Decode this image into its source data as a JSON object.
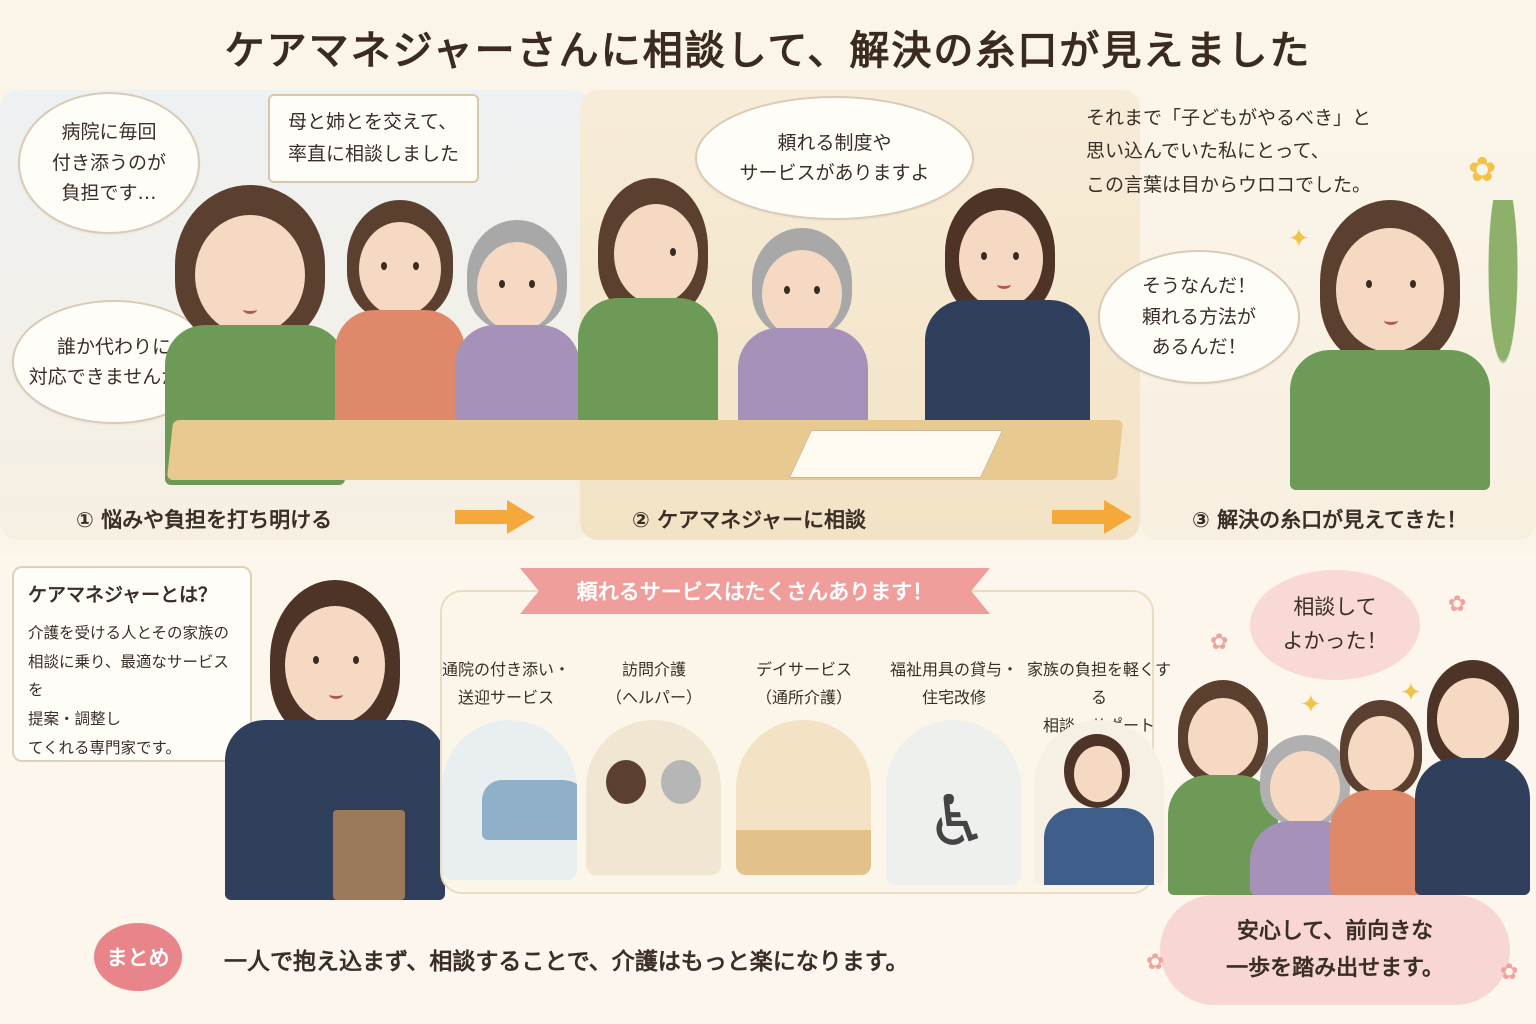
{
  "title": "ケアマネジャーさんに相談して、解決の糸口が見えました",
  "scene1": {
    "bubble_top": "病院に毎回\n付き添うのが\n負担です…",
    "bubble_bottom": "誰か代わりに\n対応できませんか…",
    "note": "母と姉とを交えて、\n率直に相談しました",
    "step": "① 悩みや負担を打ち明ける"
  },
  "scene2": {
    "bubble": "頼れる制度や\nサービスがありますよ",
    "step": "② ケアマネジャーに相談"
  },
  "scene3": {
    "narration": "それまで「子どもがやるべき」と\n思い込んでいた私にとって、\nこの言葉は目からウロコでした。",
    "bubble": "そうなんだ！\n頼れる方法が\nあるんだ！",
    "step": "③ 解決の糸口が見えてきた！"
  },
  "care_manager": {
    "title": "ケアマネジャーとは？",
    "text": "介護を受ける人とその家族の\n相談に乗り、最適なサービスを\n提案・調整し\nてくれる専門家です。"
  },
  "services": {
    "banner": "頼れるサービスはたくさんあります！",
    "items": [
      "通院の付き添い・\n送迎サービス",
      "訪問介護\n（ヘルパー）",
      "デイサービス\n（通所介護）",
      "福祉用具の貸与・\n住宅改修",
      "家族の負担を軽くする\n相談・サポート"
    ]
  },
  "family": {
    "bubble": "相談して\nよかった！",
    "message": "安心して、前向きな\n一歩を踏み出せます。"
  },
  "summary": {
    "badge": "まとめ",
    "text": "一人で抱え込まず、相談することで、介護はもっと楽になります。"
  },
  "colors": {
    "arrow": "#f4a93a",
    "green_cardigan": "#6e9a58",
    "orange_cardigan": "#e0896a",
    "purple_cardigan": "#a691b8",
    "navy_suit": "#2f3f5c",
    "ribbon": "#ef9e9c",
    "badge": "#e8858a"
  }
}
